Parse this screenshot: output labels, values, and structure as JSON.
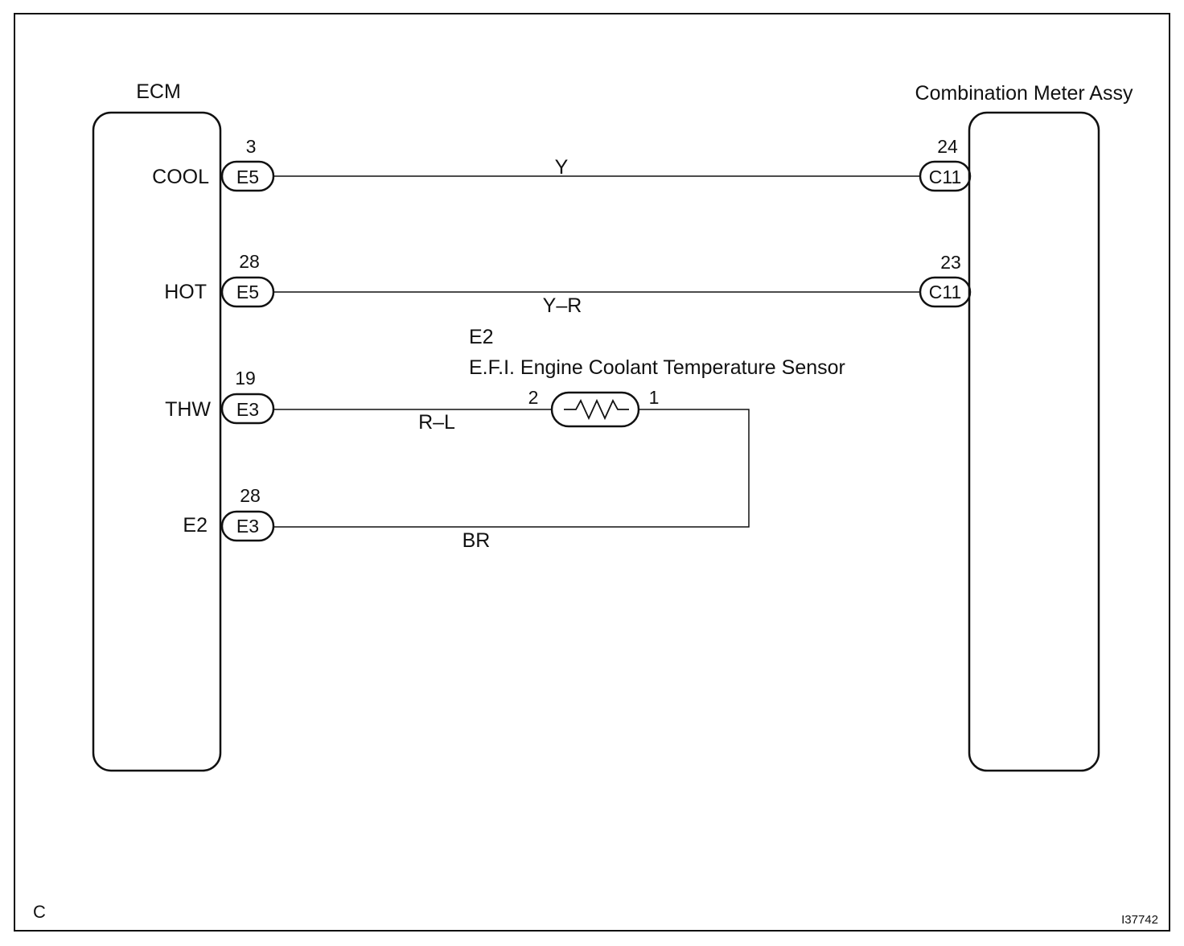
{
  "ecm": {
    "title": "ECM",
    "terminals": {
      "cool": {
        "name": "COOL",
        "connector": "E5",
        "pin": "3"
      },
      "hot": {
        "name": "HOT",
        "connector": "E5",
        "pin": "28"
      },
      "thw": {
        "name": "THW",
        "connector": "E3",
        "pin": "19"
      },
      "e2": {
        "name": "E2",
        "connector": "E3",
        "pin": "28"
      }
    }
  },
  "meter": {
    "title": "Combination Meter Assy",
    "terminals": {
      "cool": {
        "connector": "C11",
        "pin": "24"
      },
      "hot": {
        "connector": "C11",
        "pin": "23"
      }
    }
  },
  "sensor": {
    "code": "E2",
    "name": "E.F.I. Engine Coolant Temperature Sensor",
    "pin_left": "2",
    "pin_right": "1"
  },
  "wires": {
    "cool": "Y",
    "hot": "Y–R",
    "thw": "R–L",
    "e2": "BR"
  },
  "footer": {
    "corner_letter": "C",
    "figure_id": "I37742"
  }
}
